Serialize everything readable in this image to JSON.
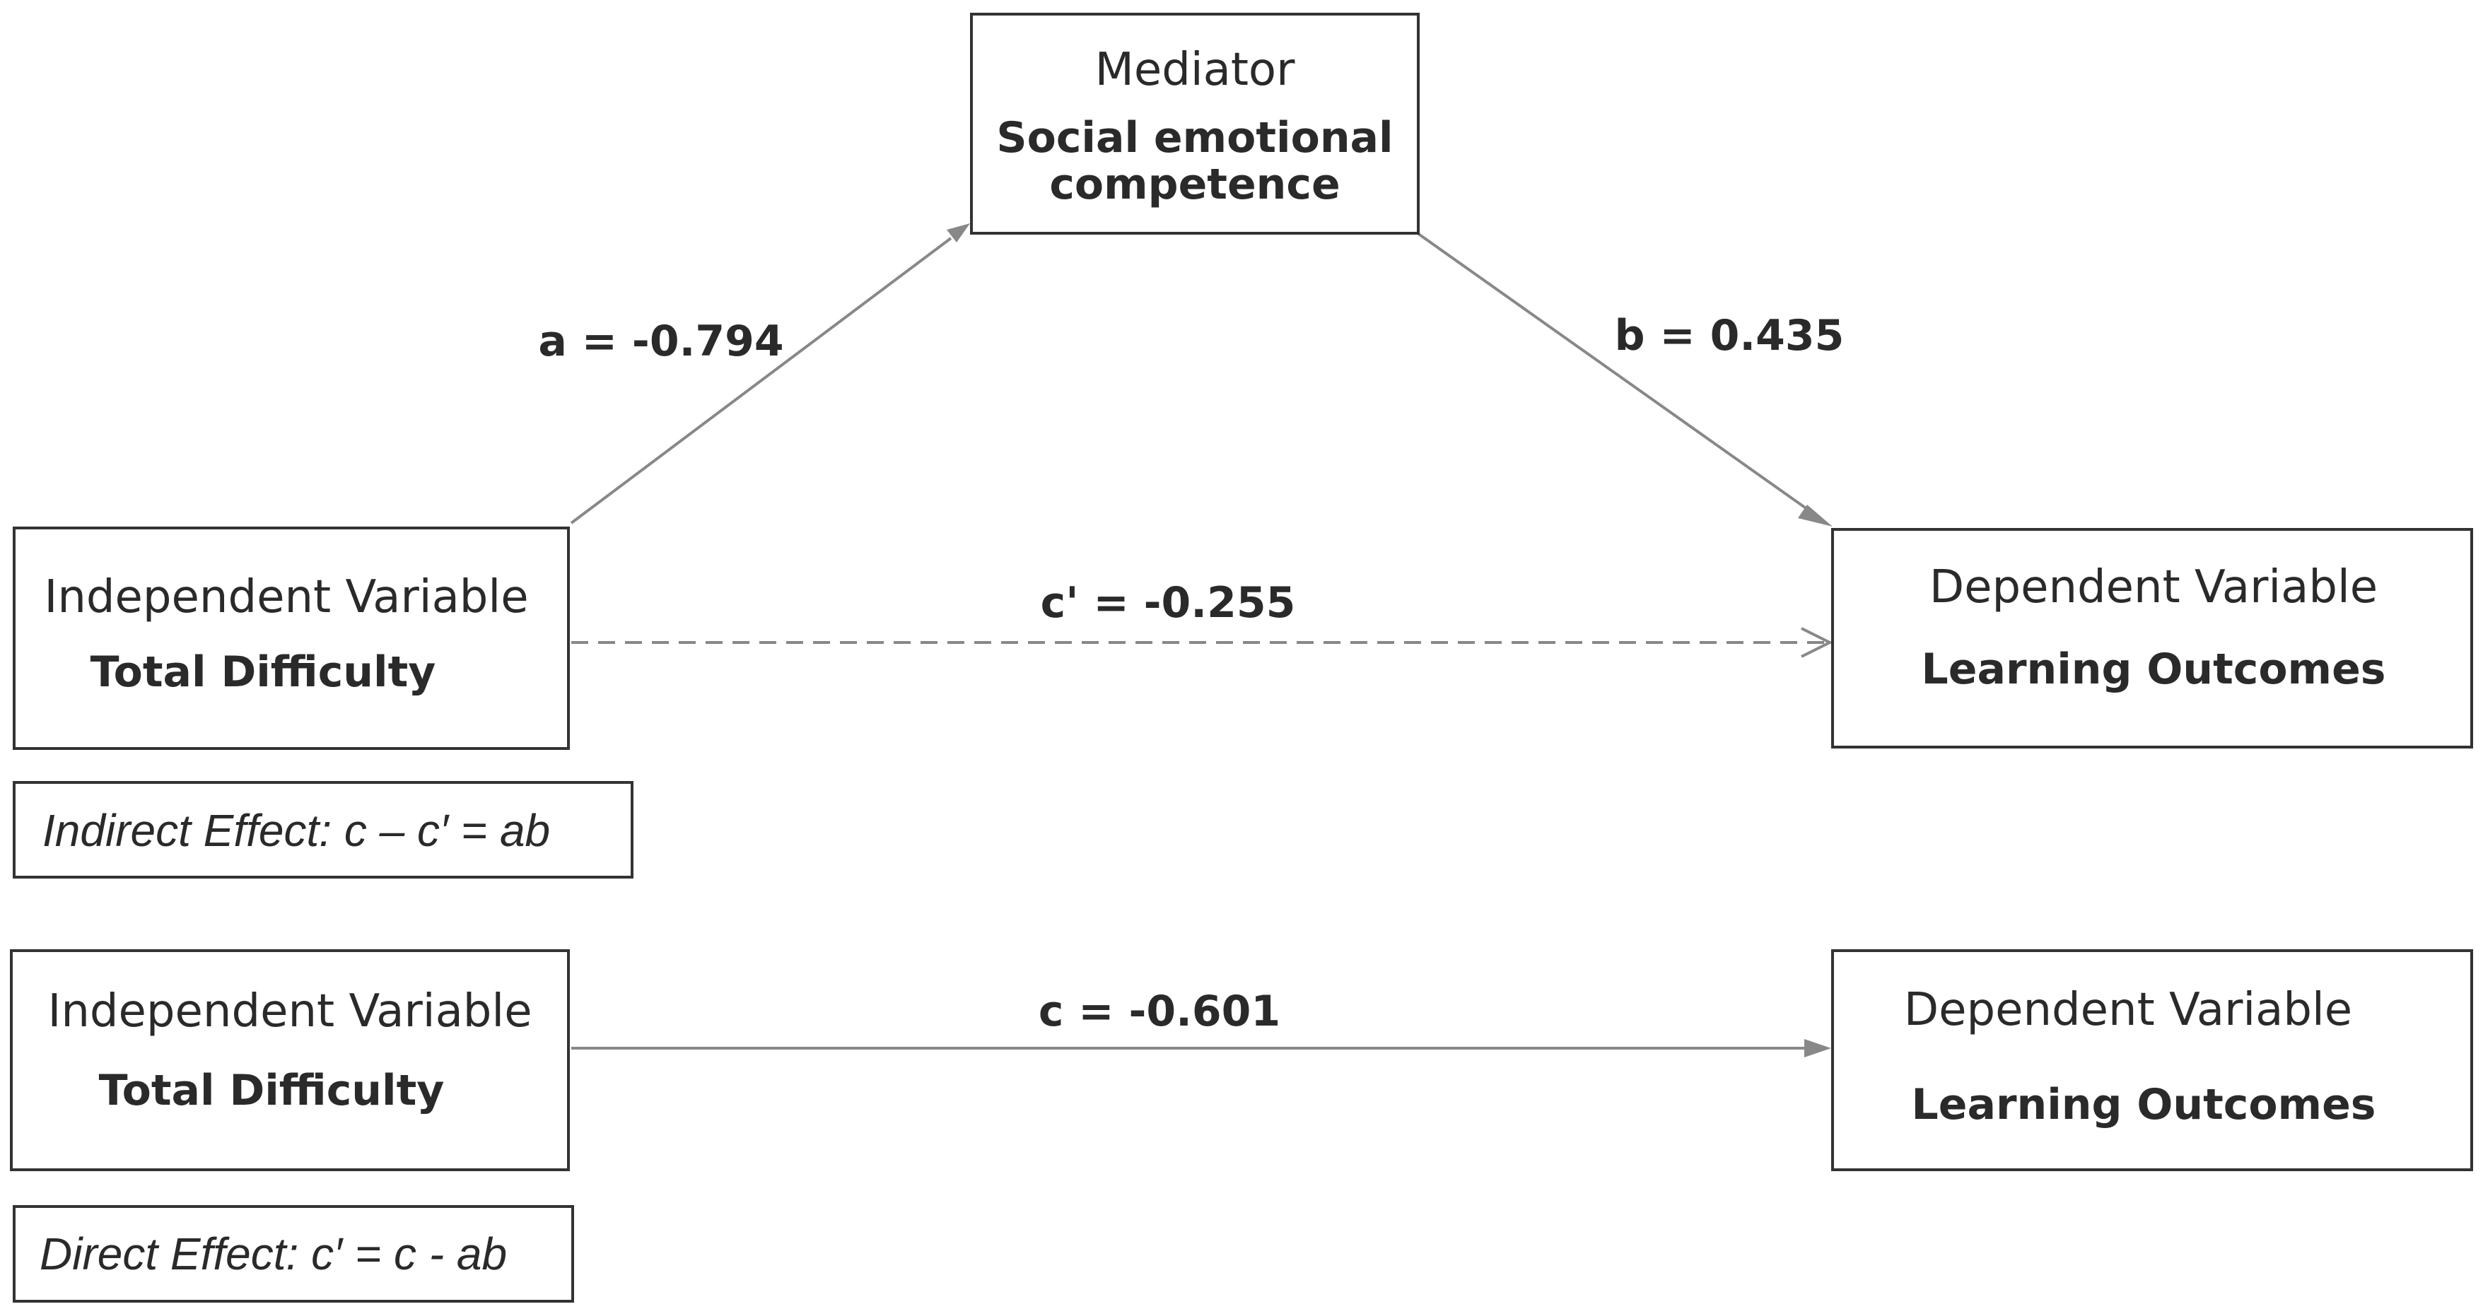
{
  "mediator": {
    "title": "Mediator",
    "line1": "Social emotional",
    "line2": "competence"
  },
  "top_model": {
    "independent": {
      "title": "Independent Variable",
      "subtitle": "Total Difficulty"
    },
    "dependent": {
      "title": "Dependent Variable",
      "subtitle": "Learning Outcomes"
    },
    "path_a": "a = -0.794",
    "path_b": "b = 0.435",
    "path_c_prime": "c' = -0.255",
    "note": "Indirect Effect: c – c′ = ab"
  },
  "bottom_model": {
    "independent": {
      "title": "Independent Variable",
      "subtitle": "Total Difficulty"
    },
    "dependent": {
      "title": "Dependent Variable",
      "subtitle": "Learning Outcomes"
    },
    "path_c": "c = -0.601",
    "note": "Direct Effect: c′ = c - ab"
  },
  "colors": {
    "box_border": "#333333",
    "arrow": "#888888",
    "text": "#2a2a2a"
  }
}
